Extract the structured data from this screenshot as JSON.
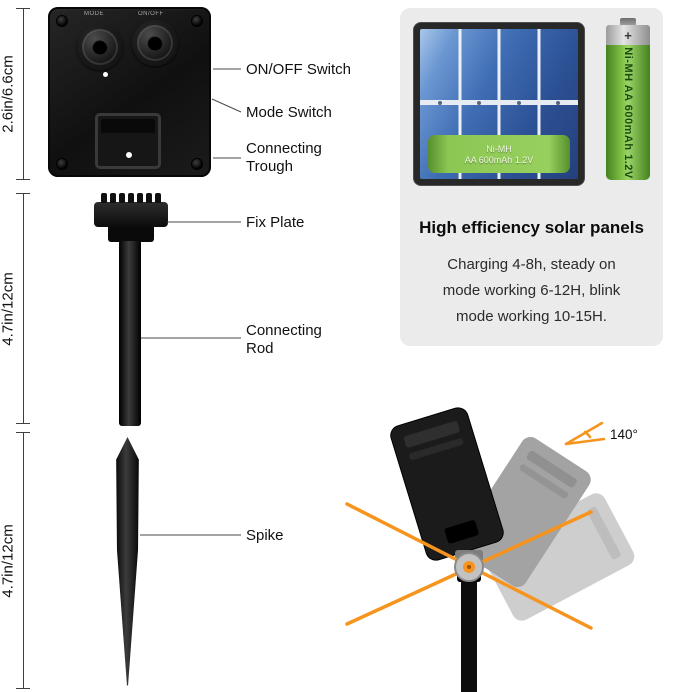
{
  "measurements": {
    "panel": "2.6in/6.6cm",
    "rod": "4.7in/12cm",
    "spike": "4.7in/12cm"
  },
  "panel_back": {
    "top_label_left": "MODE",
    "top_label_right": "ON/OFF"
  },
  "callouts": {
    "on_off_switch": "ON/OFF Switch",
    "mode_switch": "Mode Switch",
    "connecting_trough_line1": "Connecting",
    "connecting_trough_line2": "Trough",
    "fix_plate": "Fix Plate",
    "connecting_rod_line1": "Connecting",
    "connecting_rod_line2": "Rod",
    "spike": "Spike"
  },
  "info_card": {
    "title": "High efficiency solar panels",
    "body_line1": "Charging 4-8h, steady on",
    "body_line2": "mode working 6-12H, blink",
    "body_line3": "mode working 10-15H.",
    "panel_battery_name": "Ni-MH",
    "panel_battery_spec": "AA 600mAh 1.2V",
    "battery_terminal": "+",
    "battery_label": "Ni-MH AA 600mAh 1.2V"
  },
  "angle_figure": {
    "angle_label": "140°"
  },
  "colors": {
    "accent_orange": "#F7941D",
    "battery_green": "#7CC142",
    "solar_blue": "#3A67B0",
    "card_gray": "#EBEBEB"
  }
}
